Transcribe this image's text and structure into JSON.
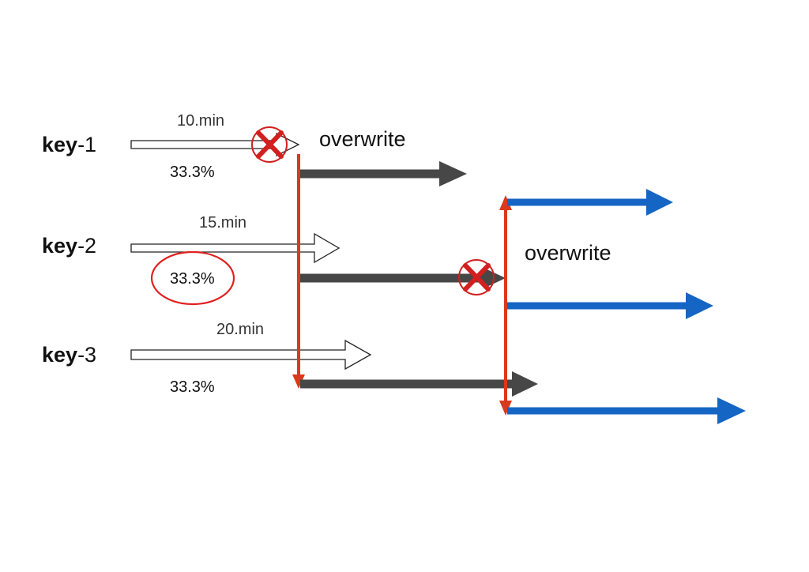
{
  "keys": [
    {
      "prefix": "key",
      "suffix": "-1",
      "duration": "10.min",
      "share": "33.3%"
    },
    {
      "prefix": "key",
      "suffix": "-2",
      "duration": "15.min",
      "share": "33.3%"
    },
    {
      "prefix": "key",
      "suffix": "-3",
      "duration": "20.min",
      "share": "33.3%"
    }
  ],
  "overwrite_labels": [
    "overwrite",
    "overwrite"
  ],
  "colors": {
    "split_line": "#d9391c",
    "stage1_arrow": "#474747",
    "stage2_arrow": "#1565c4",
    "cross": "#d21f1f",
    "highlight_ring": "#e02020",
    "outline_arrow_stroke": "#222222"
  },
  "icons": [
    "cross-icon",
    "cross-icon"
  ]
}
